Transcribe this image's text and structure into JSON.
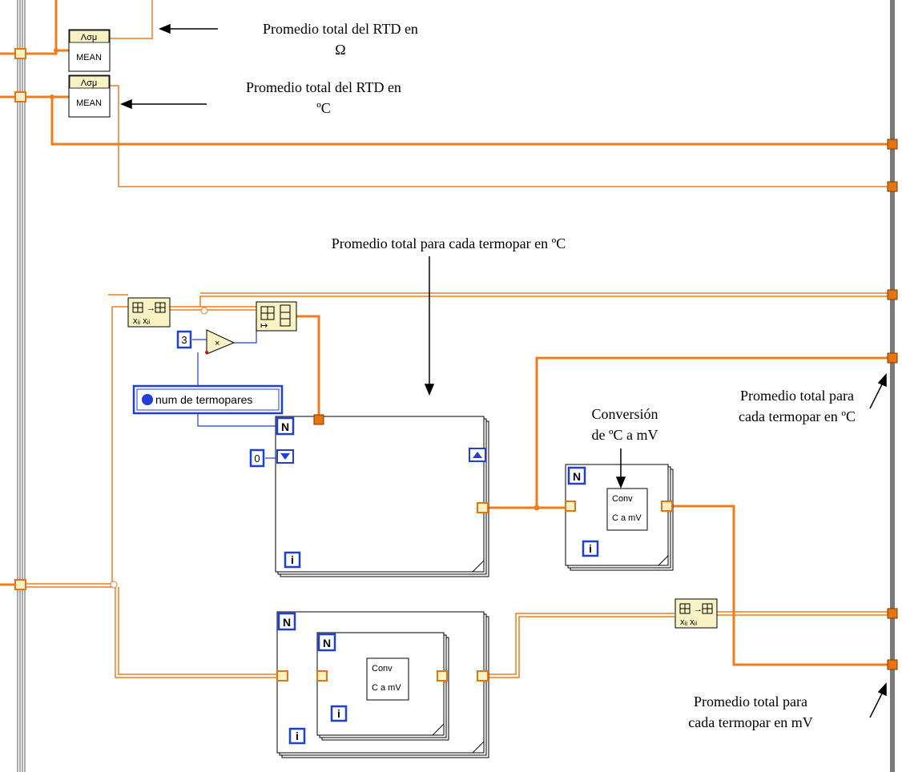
{
  "annotations": {
    "rtd_ohm_line1": "Promedio total del RTD en",
    "rtd_ohm_line2": "Ω",
    "rtd_c_line1": "Promedio total del RTD en",
    "rtd_c_line2": "ºC",
    "center_title": "Promedio total para cada termopar en ºC",
    "conversion_line1": "Conversión",
    "conversion_line2": "de ºC a mV",
    "right_c_line1": "Promedio total para",
    "right_c_line2": "cada termopar en ºC",
    "right_mv_line1": "Promedio total para",
    "right_mv_line2": "cada termopar en mV"
  },
  "nodes": {
    "mean_label": "MEAN",
    "mean_icon": "Λσμ",
    "conv_line1": "Conv",
    "conv_line2": "C a mV",
    "control_label": "num de termopares",
    "const_3": "3",
    "const_0": "0",
    "loop_count": "N",
    "loop_index": "i",
    "mult_symbol": "×",
    "add_symbol": "+"
  },
  "colors": {
    "wire_orange": "#f07c1a",
    "wire_blue": "#1f3fd6",
    "terminal": "#e87410",
    "border_gray": "#7a7a7a",
    "node_tan": "#f8f2c4"
  }
}
